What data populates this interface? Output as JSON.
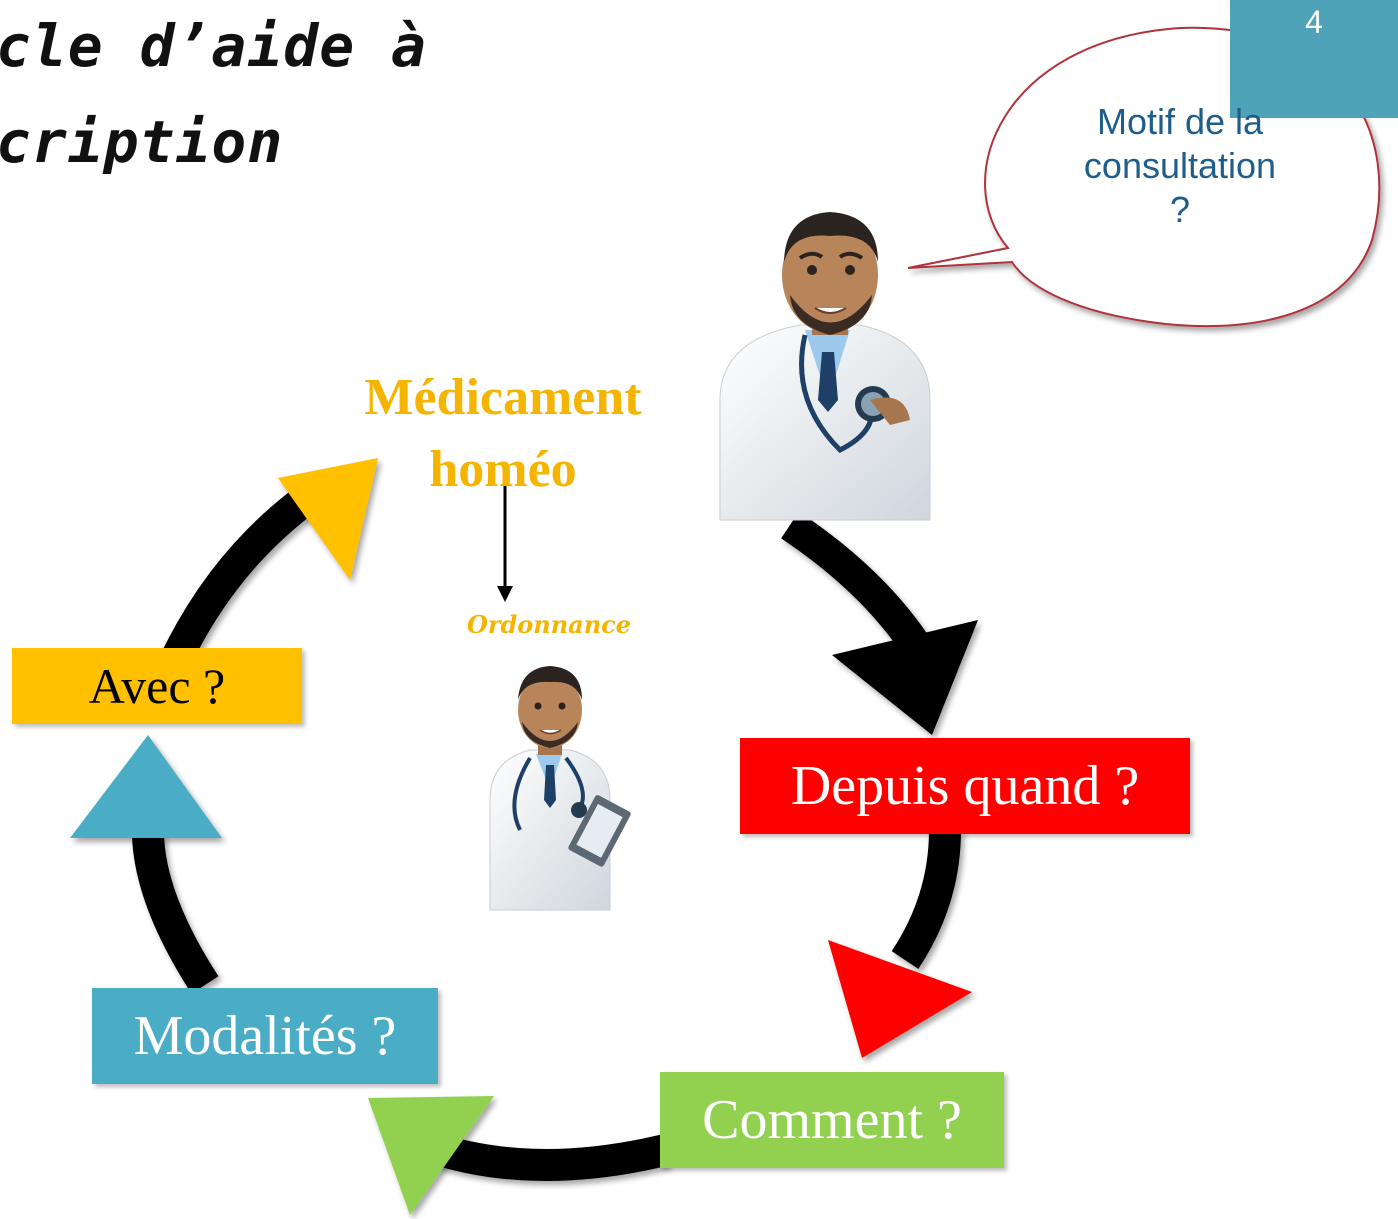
{
  "title": {
    "line1": "rcle d’aide à",
    "line2": "scription"
  },
  "page_number": "4",
  "speech_bubble": {
    "line1": "Motif de la",
    "line2": "consultation",
    "line3": "?"
  },
  "center": {
    "medication_line1": "Médicament",
    "medication_line2": "homéo",
    "ordonnance": "Ordonnance"
  },
  "steps": [
    {
      "label": "Depuis quand ?",
      "color": "#ff0000",
      "text_color": "#ffffff"
    },
    {
      "label": "Comment ?",
      "color": "#92d050",
      "text_color": "#ffffff"
    },
    {
      "label": "Modalités ?",
      "color": "#4bacc6",
      "text_color": "#ffffff"
    },
    {
      "label": "Avec ?",
      "color": "#ffc000",
      "text_color": "#000000"
    }
  ],
  "colors": {
    "cycle_ring": "#000000",
    "accent_yellow": "#f4b400",
    "bubble_border": "#b0313a",
    "bubble_text": "#1f5d8c",
    "page_tab": "#4fa3b8"
  }
}
